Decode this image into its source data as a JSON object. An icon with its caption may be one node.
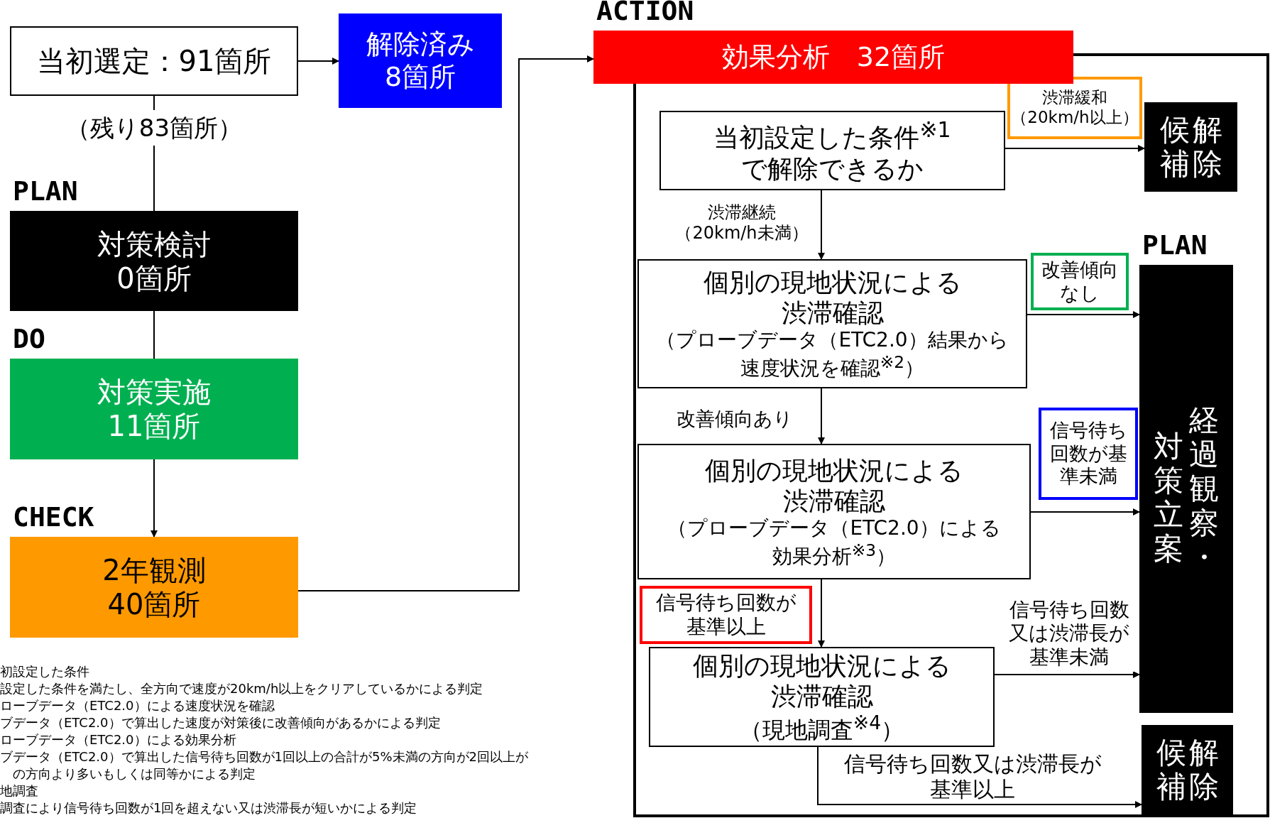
{
  "diagram": {
    "nodes": [
      {
        "text": [
          "当初選定：91箇所"
        ]
      },
      {
        "text": [
          "解除済み8箇所"
        ]
      },
      {
        "text": [
          "PLAN",
          "対策検討0箇所"
        ]
      },
      {
        "text": [
          "DO",
          "対策実施11箇所"
        ]
      },
      {
        "text": [
          "CHECK",
          "2年観測40箇所"
        ]
      },
      {
        "text": [
          "ACTION",
          "効果分析　32箇所"
        ]
      },
      {
        "text": [
          "当初設定した条件$^{※1}$で解除できるか"
        ]
      },
      {
        "text": [
          "解除候補"
        ]
      },
      {
        "text": [
          "個別の現地状況による渋滞確認",
          "（プローブデータ（ETC2.0）結果から速度状況を確認$^{※2}$）"
        ]
      },
      {
        "text": [
          "PLAN",
          "対策立案",
          "経過観察・"
        ]
      },
      {
        "text": [
          "個別の現地状況による渋滞確認",
          "（プローブデータ（ETC2.0）による効果分析$^{※3}$）"
        ]
      },
      {
        "text": [
          "個別の現地状況による渋滞確認",
          "（現地調査$^{※4}$）"
        ]
      },
      {
        "text": [
          "解除候補"
        ]
      }
    ],
    "edges": [
      {
        "from": 0,
        "to": 1,
        "arrow": "to"
      },
      {
        "from": 0,
        "to": 2,
        "arrow": "none",
        "label": "（残り83箇所）"
      },
      {
        "from": 2,
        "to": 3,
        "arrow": "none"
      },
      {
        "from": 3,
        "to": 4,
        "arrow": "to"
      },
      {
        "from": 4,
        "to": 5,
        "arrow": "to"
      },
      {
        "from": 6,
        "to": 7,
        "arrow": "to",
        "label": "渋滞緩和（20km/h以上）"
      },
      {
        "from": 6,
        "to": 8,
        "arrow": "to",
        "label": "渋滞継続（20km/h未満）"
      },
      {
        "from": 8,
        "to": 9,
        "arrow": "to",
        "label": "改善傾向なし"
      },
      {
        "from": 8,
        "to": 10,
        "arrow": "to",
        "label": "改善傾向あり"
      },
      {
        "from": 10,
        "to": 9,
        "arrow": "to",
        "label": "信号待ち回数が基準未満"
      },
      {
        "from": 10,
        "to": 11,
        "arrow": "to",
        "label": "信号待ち回数が基準以上"
      },
      {
        "from": 11,
        "to": 9,
        "arrow": "to",
        "label": "信号待ち回数又は渋滞長が基準未満"
      },
      {
        "from": 11,
        "to": 12,
        "arrow": "to",
        "label": "信号待ち回数又は渋滞長が基準以上"
      }
    ],
    "labels": [
      "初設定した条件",
      "設定した条件を満たし、全方向で速度が20km/h以上をクリアしているかによる判定",
      "ローブデータ（ETC2.0）による速度状況を確認",
      "ブデータ（ETC2.0）で算出した速度が対策後に改善傾向があるかによる判定",
      "ローブデータ（ETC2.0）による効果分析",
      "ブデータ（ETC2.0）で算出した信号待ち回数が1回以上の合計が5%未満の方向が2回以上が",
      "の方向より多いもしくは同等かによる判定",
      "地調査",
      "調査により信号待ち回数が1回を超えない又は渋滞長が短いかによる判定"
    ]
  }
}
